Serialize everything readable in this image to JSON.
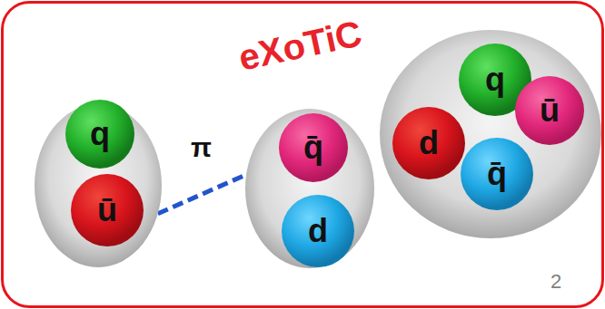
{
  "diagram": {
    "title": "eXoTiC",
    "nodes": [
      {
        "text": []
      },
      {
        "text": [
          "q"
        ],
        "in": 0
      },
      {
        "text": [
          "ū"
        ],
        "in": 0
      },
      {
        "text": []
      },
      {
        "text": [
          "q̄"
        ],
        "in": 3
      },
      {
        "text": [
          "d"
        ],
        "in": 3
      },
      {
        "text": []
      },
      {
        "text": [
          "q"
        ],
        "in": 6
      },
      {
        "text": [
          "ū"
        ],
        "in": 6
      },
      {
        "text": [
          "d"
        ],
        "in": 6
      },
      {
        "text": [
          "q̄"
        ],
        "in": 6
      }
    ],
    "edges": [
      {
        "from": 0,
        "to": 3,
        "label": "π",
        "arrow": "none"
      }
    ],
    "labels": [
      "2"
    ]
  }
}
